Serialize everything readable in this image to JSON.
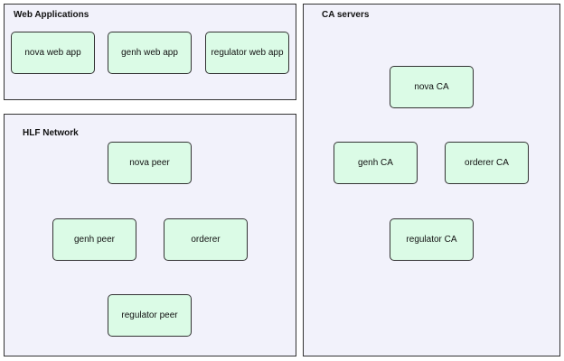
{
  "colors": {
    "group_fill": "#f2f2fb",
    "group_border": "#333333",
    "node_fill": "#dbfbe6",
    "node_border": "#333333"
  },
  "groups": {
    "web_apps": {
      "title": "Web Applications",
      "nodes": [
        "nova web app",
        "genh web app",
        "regulator web app"
      ]
    },
    "hlf_network": {
      "title": "HLF Network",
      "nodes": [
        "nova peer",
        "genh peer",
        "orderer",
        "regulator peer"
      ]
    },
    "ca_servers": {
      "title": "CA servers",
      "nodes": [
        "nova CA",
        "genh CA",
        "orderer CA",
        "regulator CA"
      ]
    }
  }
}
